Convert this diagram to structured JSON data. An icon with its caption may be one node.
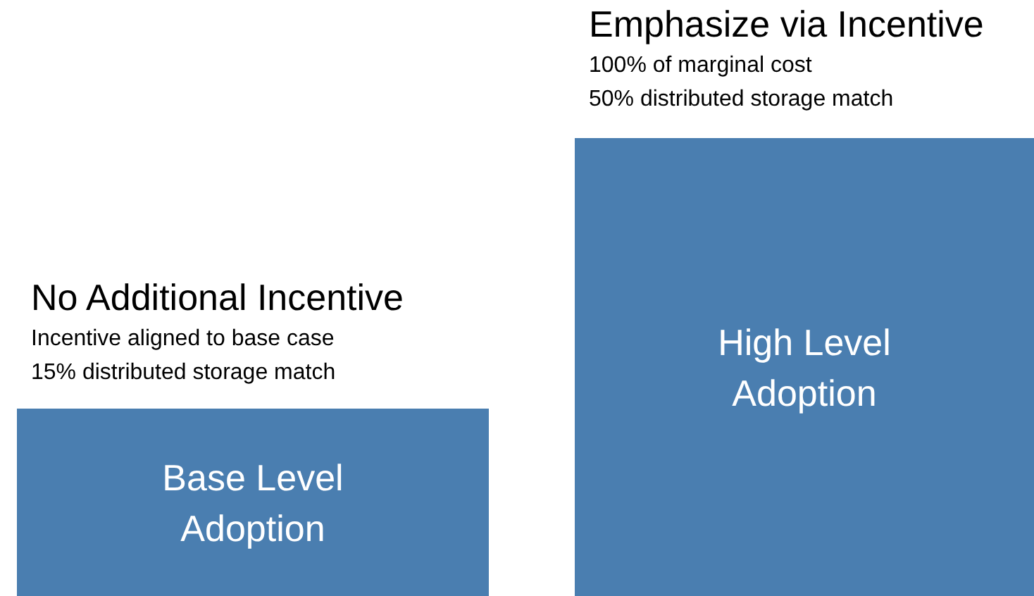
{
  "diagram": {
    "nodes": [
      {
        "text": [
          "No Additional Incentive",
          "Incentive aligned to base case",
          "15% distributed storage match",
          "Base Level Adoption"
        ]
      },
      {
        "text": [
          "Emphasize via Incentive",
          "100% of marginal cost",
          "50% distributed storage match",
          "High Level Adoption"
        ]
      }
    ]
  }
}
